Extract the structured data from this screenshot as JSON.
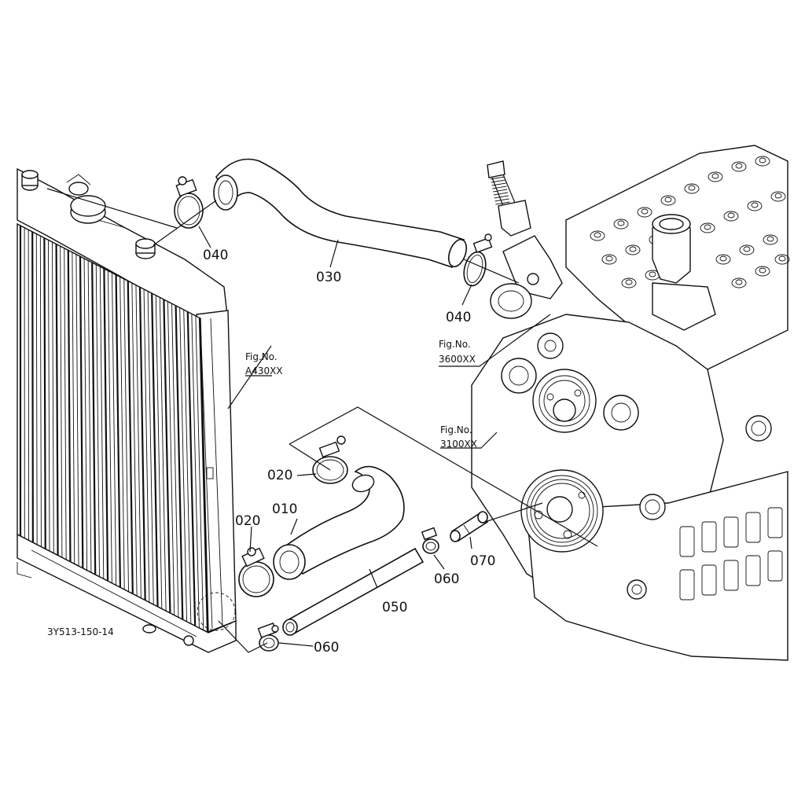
{
  "diagram": {
    "drawing_code": "3Y513-150-14",
    "part_labels": {
      "p010": "010",
      "p020a": "020",
      "p020b": "020",
      "p030": "030",
      "p040a": "040",
      "p040b": "040",
      "p050": "050",
      "p060a": "060",
      "p060b": "060",
      "p070": "070"
    },
    "figure_refs": {
      "radiator": {
        "label": "Fig.No.",
        "number": "A430XX"
      },
      "engine_upper": {
        "label": "Fig.No.",
        "number": "3600XX"
      },
      "engine_lower": {
        "label": "Fig.No.",
        "number": "3100XX"
      }
    }
  }
}
